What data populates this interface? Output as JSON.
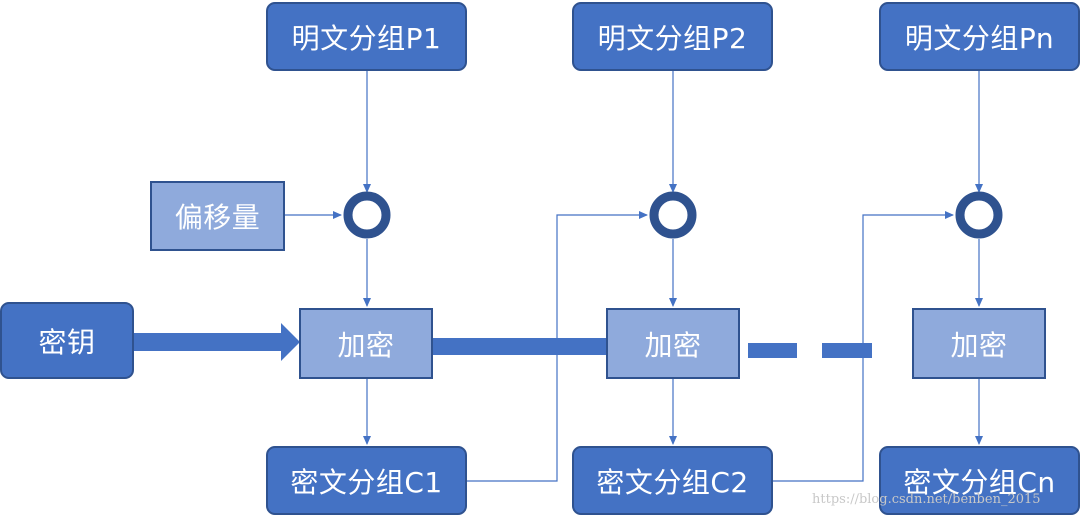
{
  "plaintext_blocks": [
    "明文分组P1",
    "明文分组P2",
    "明文分组Pn"
  ],
  "offset_label": "偏移量",
  "key_label": "密钥",
  "encrypt_labels": [
    "加密",
    "加密",
    "加密"
  ],
  "ciphertext_blocks": [
    "密文分组C1",
    "密文分组C2",
    "密文分组Cn"
  ],
  "watermark": "https://blog.csdn.net/benben_2015",
  "colors": {
    "dark_fill": "#4472c4",
    "light_fill": "#8faadc",
    "border": "#2f528f",
    "line": "#4472c4"
  }
}
